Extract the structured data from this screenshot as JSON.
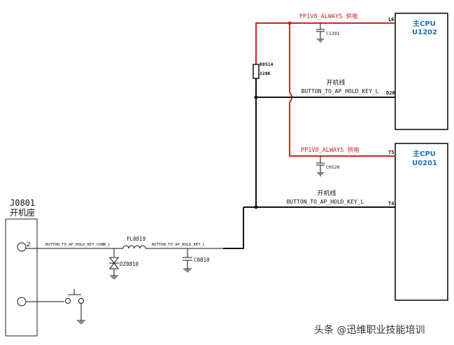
{
  "colors": {
    "power_wire": "#d42020",
    "signal_wire": "#111111",
    "chip_label": "#1f6fb8",
    "text": "#111111",
    "watermark": "#333333"
  },
  "cpu_top": {
    "label": "主CPU",
    "ref": "U1202",
    "pin_power": "L6",
    "pin_signal": "D20"
  },
  "cpu_bottom": {
    "label": "主CPU",
    "ref": "U0201",
    "pin_power": "T5",
    "pin_signal": "T4"
  },
  "power_rail_top": "PP1V8_ALWAYS 供电",
  "power_rail_bottom": "PP1V8_ALWAYS 供电",
  "cap_top": "C1291",
  "cap_mid": "C0520",
  "cap_bottom": "C0810",
  "resistor": {
    "ref": "R0514",
    "value": "220K"
  },
  "net_top": {
    "name_cn": "开机线",
    "name": "BUTTON_TO_AP_HOLD_KEY_L"
  },
  "net_bottom": {
    "name_cn": "开机线",
    "name": "BUTTON_TO_AP_HOLD_KEY_L"
  },
  "connector": {
    "ref": "J0801",
    "label": "开机座",
    "pin": "2"
  },
  "net_conn": "BUTTON_TO_AP_HOLD_KEY_CONN_L",
  "net_after_filter": "BUTTON_TO_AP_HOLD_KEY_L",
  "filter": "FL0819",
  "diode": "DZ0810",
  "watermark": "头条 @迅维职业技能培训"
}
